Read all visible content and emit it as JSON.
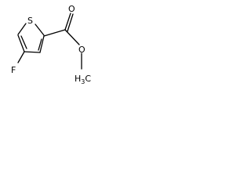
{
  "structure": {
    "atoms": {
      "sulfur": "S",
      "fluorine": "F",
      "carbonyl_oxygen": "O",
      "ester_oxygen": "O",
      "methyl": "H",
      "methyl_subscript": "3",
      "methyl_carbon": "C"
    }
  }
}
